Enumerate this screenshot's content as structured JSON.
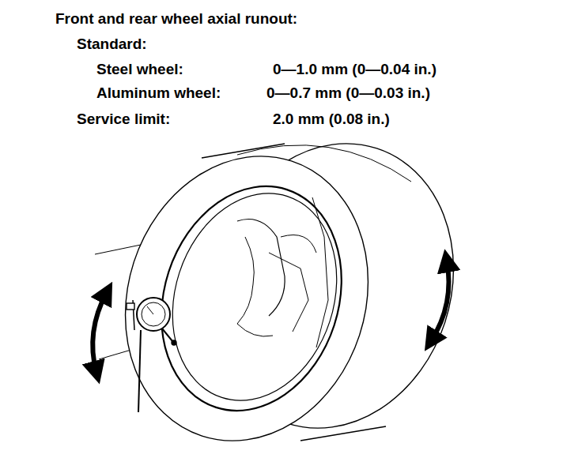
{
  "diagram": {
    "title": "Front and rear wheel axial runout:",
    "labels": [
      "Standard:",
      "Steel wheel:",
      "0—1.0 mm (0—0.04 in.)",
      "Aluminum wheel:",
      "0—0.7 mm (0—0.03 in.)",
      "Service limit:",
      "2.0 mm (0.08 in.)"
    ]
  }
}
